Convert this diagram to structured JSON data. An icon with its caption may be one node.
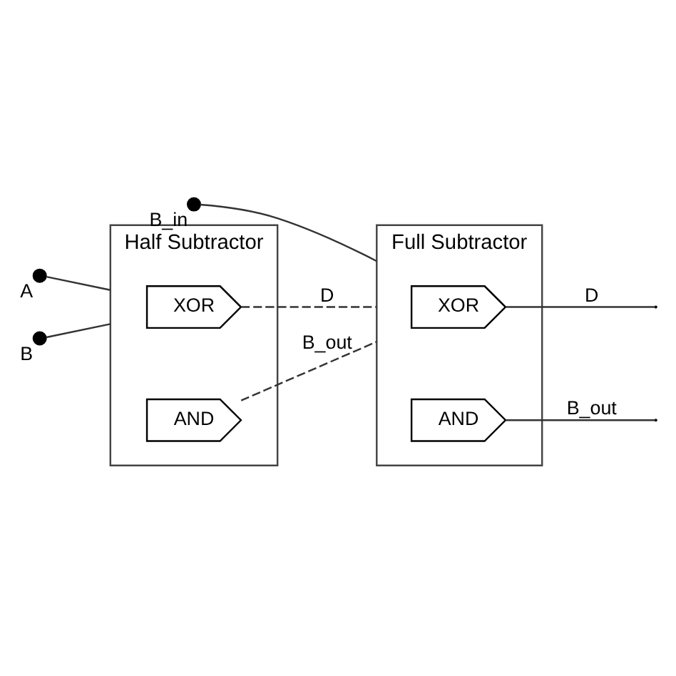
{
  "diagram": {
    "nodes": [
      {
        "text": [
          "Half Subtractor"
        ]
      },
      {
        "text": [
          "XOR"
        ],
        "in": 0
      },
      {
        "text": [
          "AND"
        ],
        "in": 0
      },
      {
        "text": [
          "Full Subtractor"
        ]
      },
      {
        "text": [
          "XOR"
        ],
        "in": 3
      },
      {
        "text": [
          "AND"
        ],
        "in": 3
      },
      {
        "text": [
          "A"
        ]
      },
      {
        "text": [
          "B"
        ]
      },
      {
        "text": [
          "B_in"
        ]
      }
    ],
    "edges": [
      {
        "from": 6,
        "to": 0,
        "arrow": "none"
      },
      {
        "from": 7,
        "to": 0,
        "arrow": "none"
      },
      {
        "from": 1,
        "to": 3,
        "arrow": "none",
        "label": "D",
        "style": "dashed"
      },
      {
        "from": 2,
        "to": 3,
        "arrow": "none",
        "label": "B_out",
        "style": "dashed"
      },
      {
        "from": 8,
        "to": 3,
        "arrow": "none"
      },
      {
        "from": 4,
        "to": null,
        "arrow": "none",
        "label": "D"
      },
      {
        "from": 5,
        "to": null,
        "arrow": "none",
        "label": "B_out"
      }
    ]
  }
}
